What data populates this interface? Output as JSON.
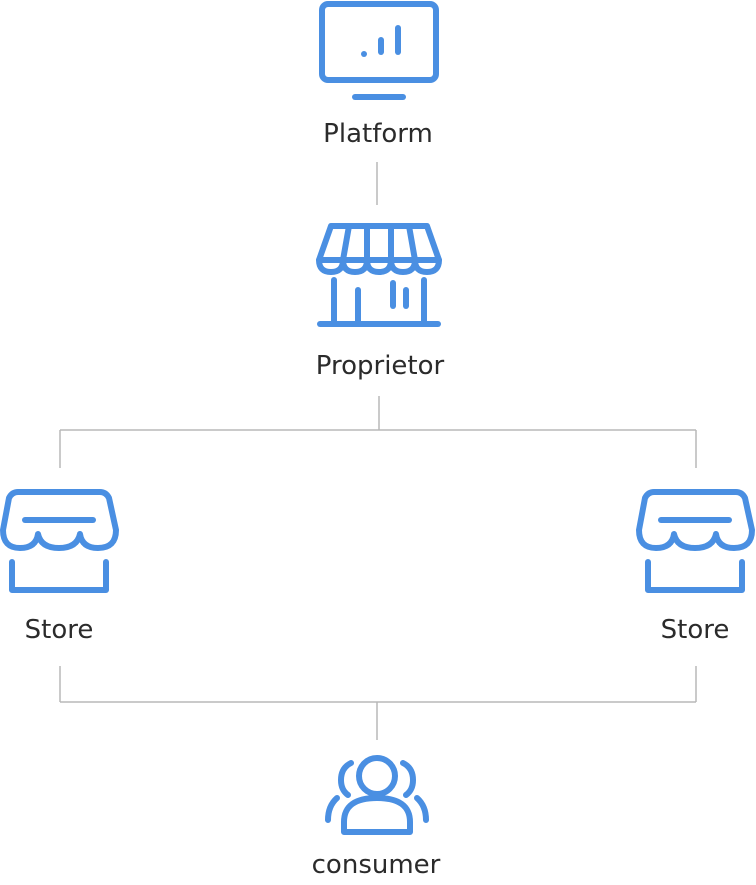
{
  "nodes": {
    "platform": {
      "label": "Platform",
      "icon": "monitor-chart-icon"
    },
    "proprietor": {
      "label": "Proprietor",
      "icon": "storefront-icon"
    },
    "store_left": {
      "label": "Store",
      "icon": "shop-icon"
    },
    "store_right": {
      "label": "Store",
      "icon": "shop-icon"
    },
    "consumer": {
      "label": "consumer",
      "icon": "users-icon"
    }
  },
  "colors": {
    "icon": "#4a8fe2",
    "connector": "#b8b8b8",
    "text": "#2b2b2b"
  }
}
